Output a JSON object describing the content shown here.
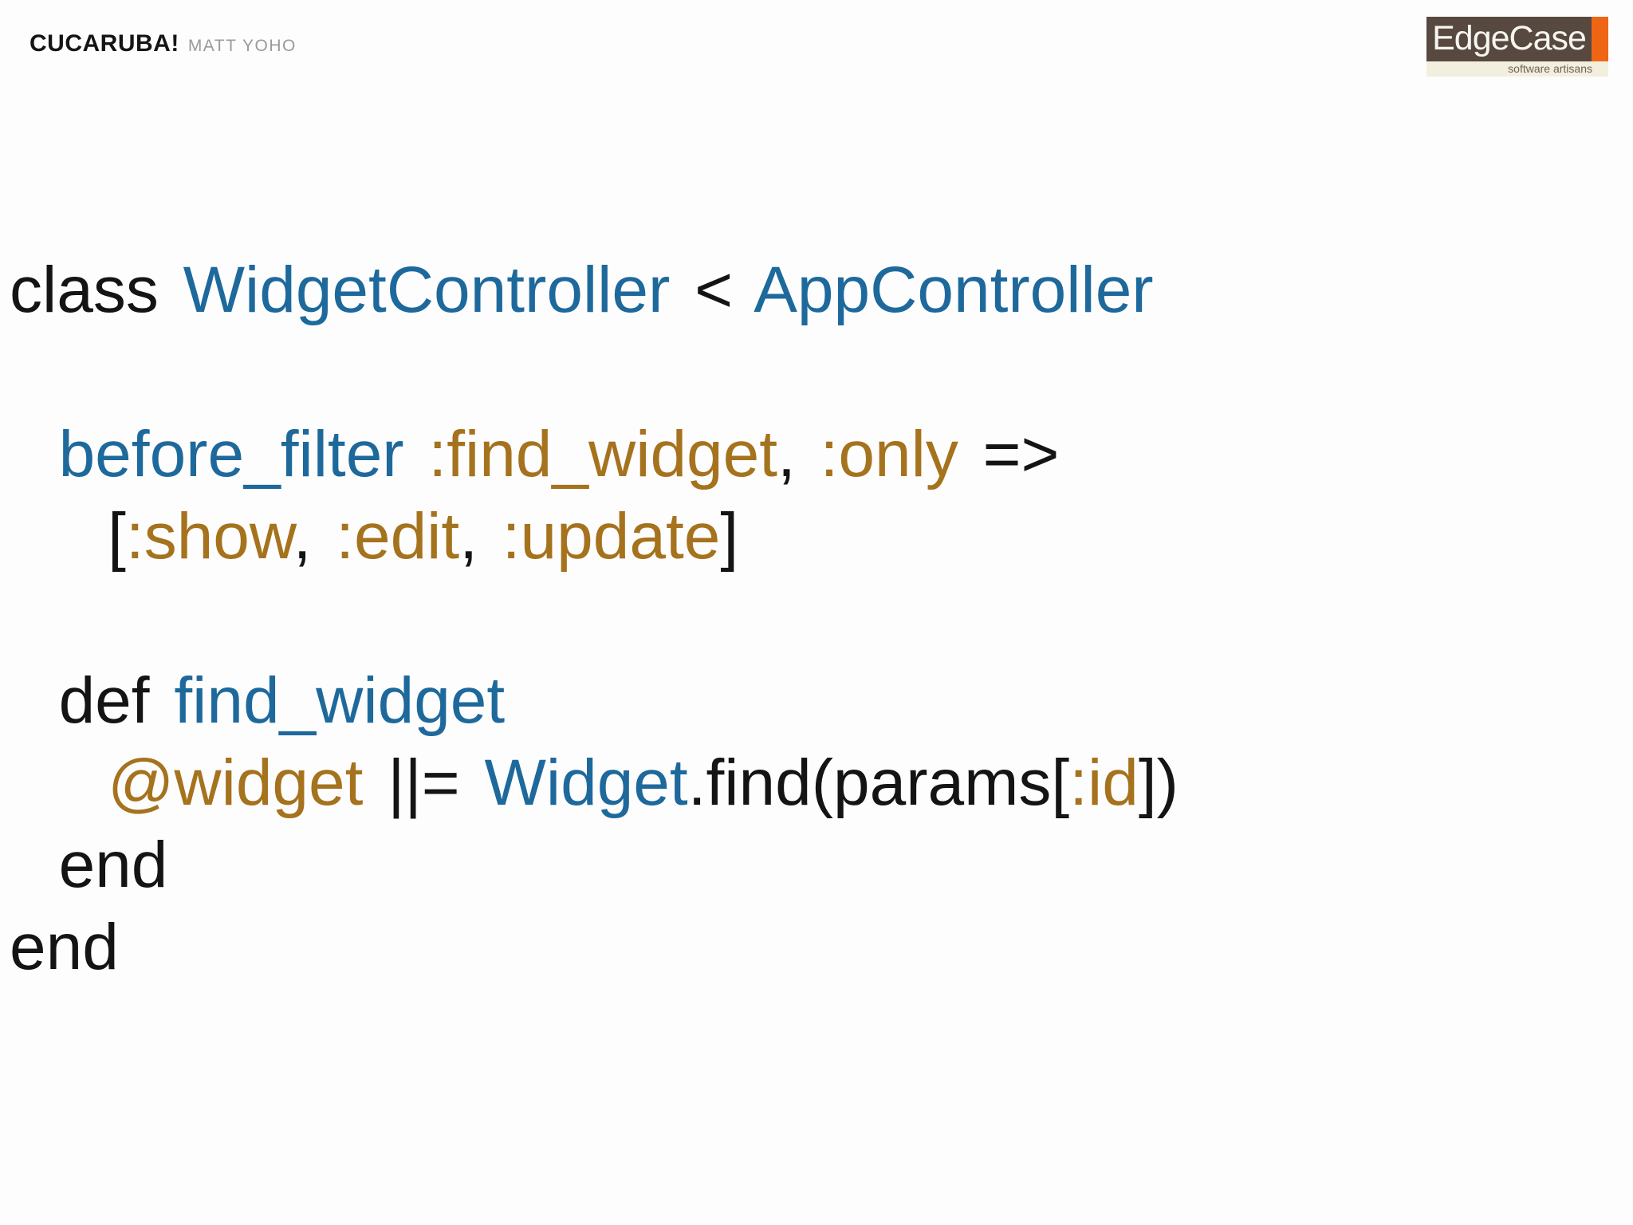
{
  "slide": {
    "bg": "#fdfdfd"
  },
  "header": {
    "title": "CUCARUBA!",
    "author": "MATT YOHO"
  },
  "logo": {
    "wordmark": "EdgeCase",
    "tagline": "software artisans",
    "colors": {
      "box": "#57493f",
      "accent": "#ee6613",
      "strip": "#f2efdf",
      "text": "#f7f5f0",
      "tagline_text": "#6e6355"
    }
  },
  "code": {
    "language": "ruby",
    "colors": {
      "plain": "#141414",
      "blue": "#1e699c",
      "orange": "#a5721d"
    },
    "lines": [
      {
        "tokens": [
          {
            "t": "class ",
            "c": "plain"
          },
          {
            "t": "WidgetController",
            "c": "blue"
          },
          {
            "t": " < ",
            "c": "plain"
          },
          {
            "t": "AppController",
            "c": "blue"
          }
        ]
      },
      {
        "tokens": []
      },
      {
        "tokens": [
          {
            "t": "  ",
            "c": "plain"
          },
          {
            "t": "before_filter",
            "c": "blue"
          },
          {
            "t": " ",
            "c": "plain"
          },
          {
            "t": ":find_widget",
            "c": "orange"
          },
          {
            "t": ", ",
            "c": "plain"
          },
          {
            "t": ":only",
            "c": "orange"
          },
          {
            "t": " =>",
            "c": "plain"
          }
        ]
      },
      {
        "tokens": [
          {
            "t": "    [",
            "c": "plain"
          },
          {
            "t": ":show",
            "c": "orange"
          },
          {
            "t": ", ",
            "c": "plain"
          },
          {
            "t": ":edit",
            "c": "orange"
          },
          {
            "t": ", ",
            "c": "plain"
          },
          {
            "t": ":update",
            "c": "orange"
          },
          {
            "t": "]",
            "c": "plain"
          }
        ]
      },
      {
        "tokens": []
      },
      {
        "tokens": [
          {
            "t": "  def ",
            "c": "plain"
          },
          {
            "t": "find_widget",
            "c": "blue"
          }
        ]
      },
      {
        "tokens": [
          {
            "t": "    ",
            "c": "plain"
          },
          {
            "t": "@widget",
            "c": "orange"
          },
          {
            "t": " ||= ",
            "c": "plain"
          },
          {
            "t": "Widget",
            "c": "blue"
          },
          {
            "t": ".find(params[",
            "c": "plain"
          },
          {
            "t": ":id",
            "c": "orange"
          },
          {
            "t": "])",
            "c": "plain"
          }
        ]
      },
      {
        "tokens": [
          {
            "t": "  end",
            "c": "plain"
          }
        ]
      },
      {
        "tokens": [
          {
            "t": "end",
            "c": "plain"
          }
        ]
      }
    ]
  }
}
